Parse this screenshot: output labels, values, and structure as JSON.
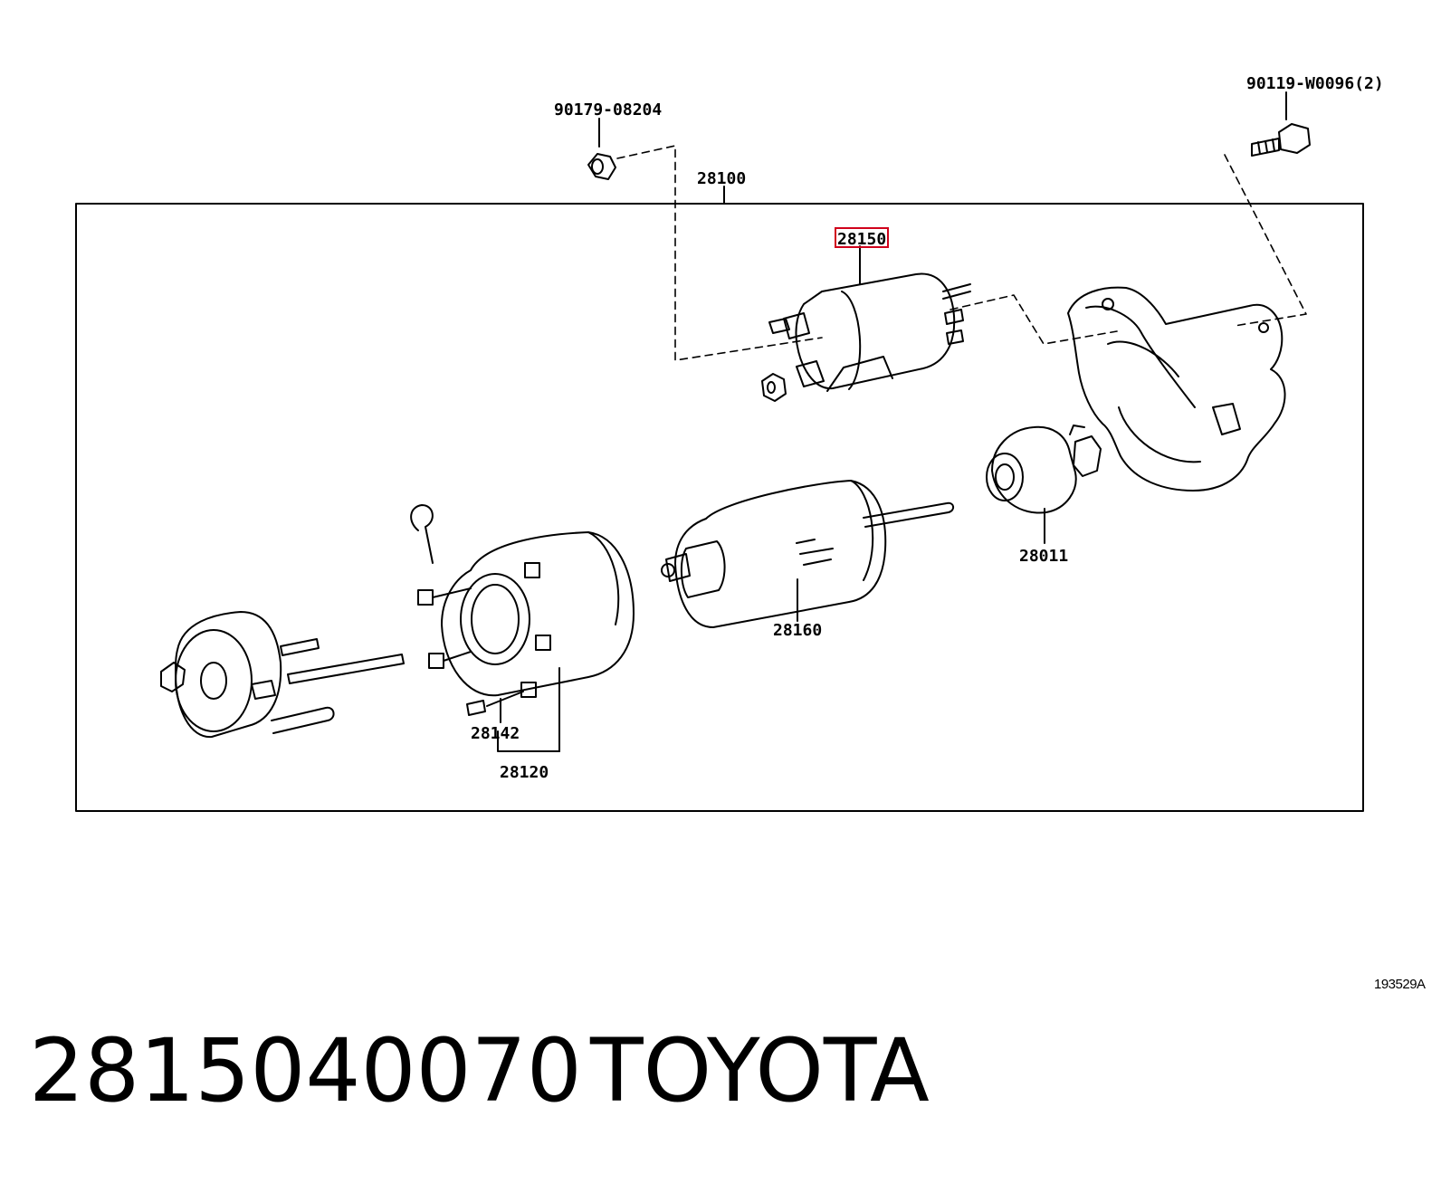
{
  "diagram": {
    "callouts": {
      "nut_bolt": "90179-08204",
      "bolt": "90119-W0096(2)",
      "assembly": "28100",
      "solenoid": "28150",
      "armature": "28160",
      "clutch": "28011",
      "brush_holder": "28142",
      "yoke": "28120"
    },
    "highlighted_callout": "28150",
    "highlight_color": "#d0021b",
    "diagram_code": "193529A"
  },
  "footer": {
    "part_number": "2815040070",
    "brand": "TOYOTA"
  }
}
